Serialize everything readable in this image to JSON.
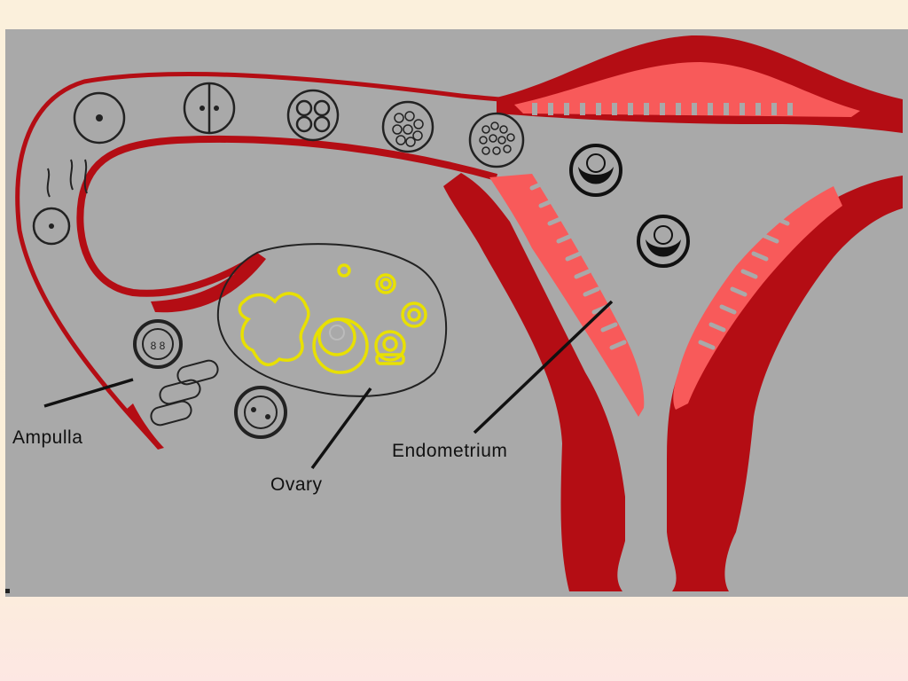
{
  "labels": {
    "ampulla": "Ampulla",
    "ovary": "Ovary",
    "endometrium": "Endometrium"
  },
  "colors": {
    "background": "#a9a9a9",
    "myometrium": "#b40d14",
    "endometrium": "#f85a5a",
    "ovary_follicles": "#e8e000",
    "outline": "#222222",
    "page": "#fbf0dc"
  }
}
